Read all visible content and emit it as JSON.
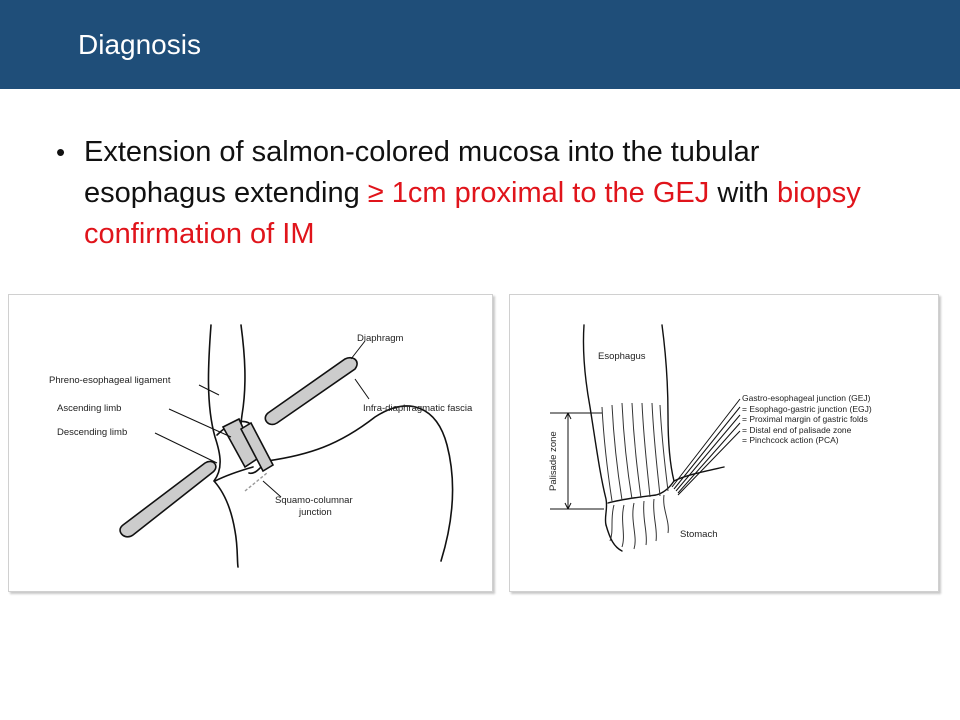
{
  "slide": {
    "title": "Diagnosis",
    "bullet": {
      "part1": "Extension of salmon-colored mucosa into the tubular esophagus extending ",
      "highlight1": "≥ 1cm proximal to the GEJ",
      "part2": " with ",
      "highlight2": "biopsy confirmation of IM"
    },
    "colors": {
      "header": "#1f4e79",
      "highlight": "#e0141b"
    }
  },
  "figure_left": {
    "labels": {
      "diaphragm": "Diaphragm",
      "phreno": "Phreno-esophageal ligament",
      "ascending": "Ascending limb",
      "descending": "Descending limb",
      "infra": "Infra-diaphragmatic fascia",
      "squamo_line1": "Squamo-columnar",
      "squamo_line2": "junction"
    }
  },
  "figure_right": {
    "labels": {
      "esophagus": "Esophagus",
      "palisade_zone": "Palisade zone",
      "stomach": "Stomach",
      "gej_lines": [
        "Gastro-esophageal junction (GEJ)",
        "= Esophago-gastric junction (EGJ)",
        "= Proximal margin of gastric folds",
        "= Distal end of palisade zone",
        "= Pinchcock action (PCA)"
      ]
    }
  }
}
